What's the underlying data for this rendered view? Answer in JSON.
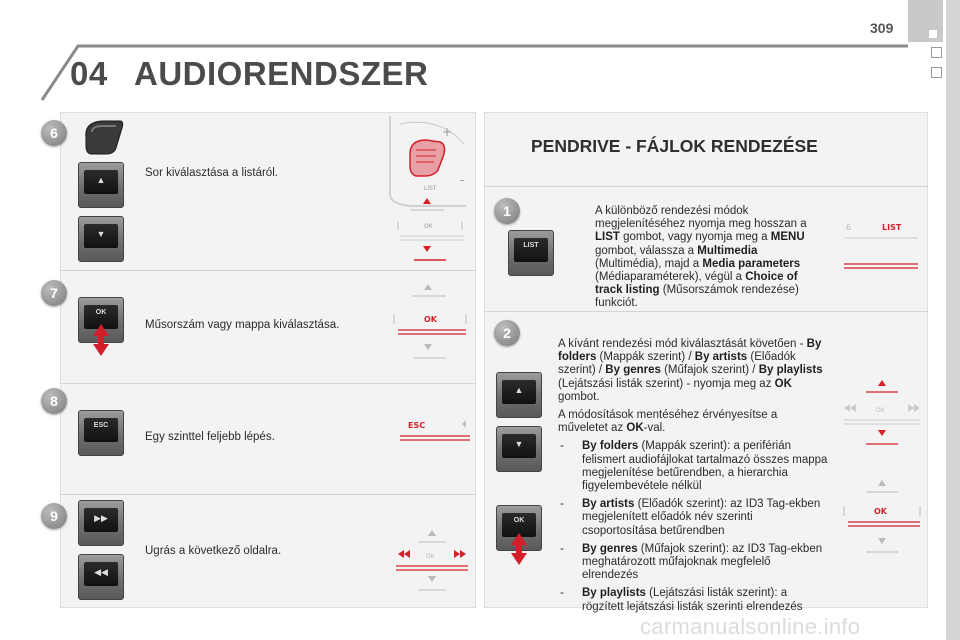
{
  "page_number": "309",
  "chapter": "04",
  "title": "AUDIORENDSZER",
  "section_title": "PENDRIVE - FÁJLOK RENDEZÉSE",
  "left_steps": [
    {
      "num": "6",
      "text": "Sor kiválasztása a listáról."
    },
    {
      "num": "7",
      "text": "Műsorszám vagy mappa kiválasztása."
    },
    {
      "num": "8",
      "text": "Egy szinttel feljebb lépés."
    },
    {
      "num": "9",
      "text": "Ugrás a következő oldalra."
    }
  ],
  "button_labels": {
    "ok": "OK",
    "esc": "ESC",
    "list": "LIST",
    "up": "▲",
    "down": "▼",
    "next": "▶▶",
    "prev": "◀◀"
  },
  "diagram_labels": {
    "list": "LIST",
    "ok": "OK",
    "esc": "ESC",
    "six": "6",
    "plus": "+",
    "minus": "-"
  },
  "step1": {
    "num": "1",
    "t1": "A különböző rendezési módok megjelenítéséhez nyomja meg hosszan a ",
    "b1": "LIST",
    "t2": " gombot, vagy nyomja meg a ",
    "b2": "MENU",
    "t3": " gombot, válassza a ",
    "b3": "Multimedia",
    "t4": " (Multimédia), majd a ",
    "b4": "Media parameters",
    "t5": " (Médiaparaméterek), végül a ",
    "b5": "Choice of track listing",
    "t6": " (Műsorszámok rendezése) funkciót."
  },
  "step2": {
    "num": "2",
    "p1_t1": "A kívánt rendezési mód kiválasztását követően - ",
    "p1_b1": "By folders",
    "p1_t2": " (Mappák szerint) / ",
    "p1_b2": "By artists",
    "p1_t3": " (Előadók szerint) / ",
    "p1_b3": "By genres",
    "p1_t4": " (Műfajok szerint) / ",
    "p1_b4": "By playlists",
    "p1_t5": " (Lejátszási listák szerint) - nyomja meg az ",
    "p1_b5": "OK",
    "p1_t6": " gombot.",
    "p2_t1": "A módosítások mentéséhez érvényesítse a műveletet az ",
    "p2_b1": "OK",
    "p2_t2": "-val.",
    "dash": "-",
    "bullets": [
      {
        "b": "By folders",
        "t": " (Mappák szerint): a periférián felismert audiofájlokat tartalmazó összes mappa megjelenítése betűrendben, a hierarchia figyelembevétele nélkül"
      },
      {
        "b": "By artists",
        "t": " (Előadók szerint): az ID3 Tag-ekben megjelenített előadók név szerinti csoportosítása betűrendben"
      },
      {
        "b": "By genres",
        "t": " (Műfajok szerint): az ID3 Tag-ekben meghatározott műfajoknak megfelelő elrendezés"
      },
      {
        "b": "By playlists",
        "t": " (Lejátszási listák szerint): a rögzített lejátszási listák szerinti elrendezés"
      }
    ]
  },
  "watermark": "carmanualsonline.info",
  "colors": {
    "accent_red": "#d41f2b",
    "panel_bg": "#f3f3f3",
    "badge_gray": "#8c8c8c",
    "title_gray": "#4b4b4b"
  }
}
